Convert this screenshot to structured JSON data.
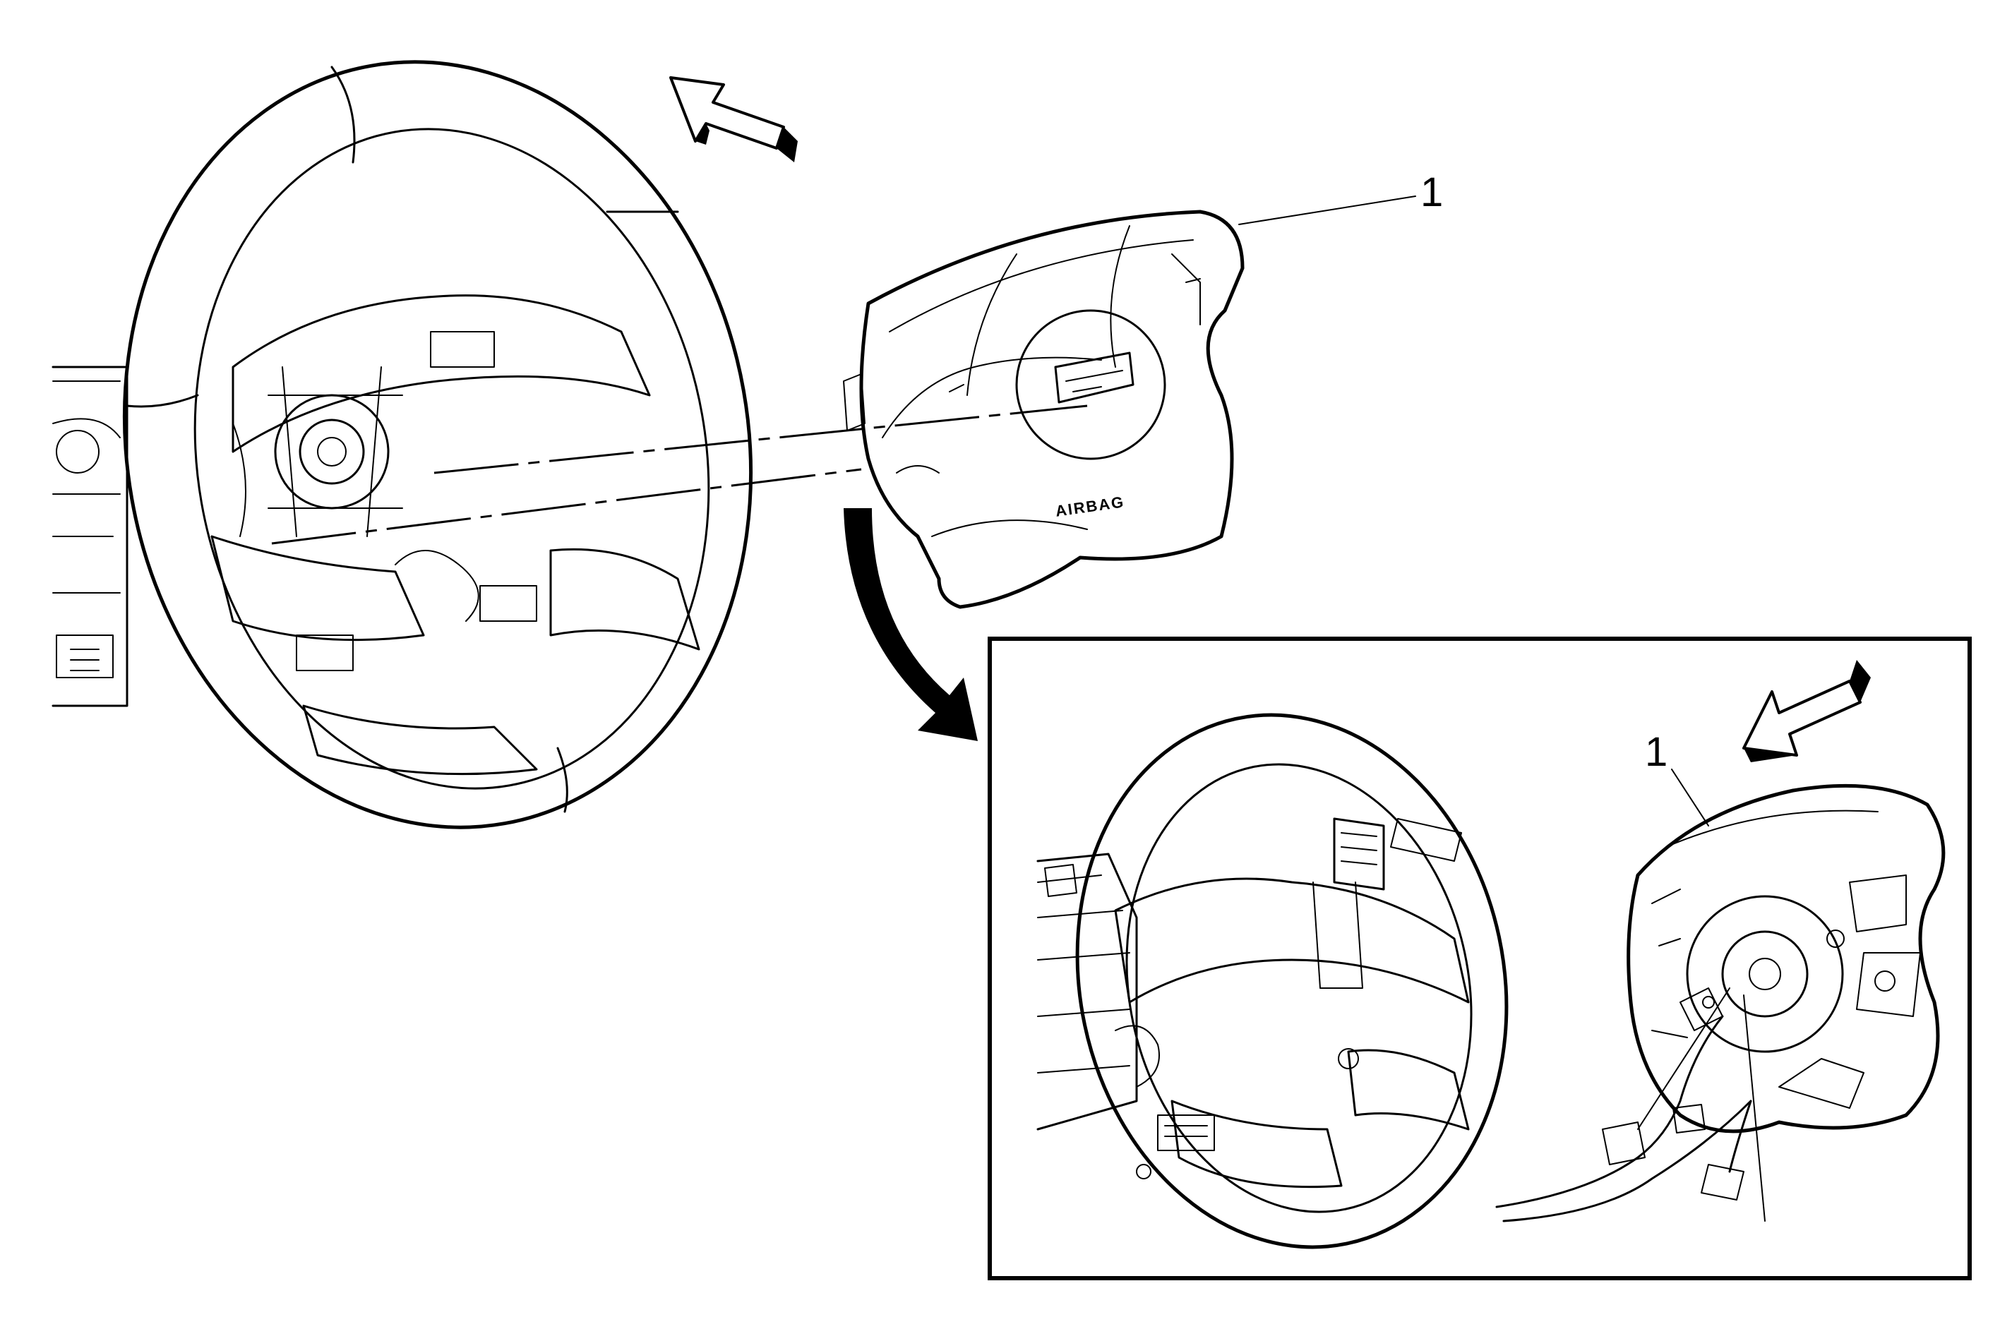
{
  "callouts": {
    "main": "1",
    "detail": "1"
  },
  "emblem_text": "AIRBAG",
  "colors": {
    "line": "#000000",
    "background": "#ffffff"
  }
}
